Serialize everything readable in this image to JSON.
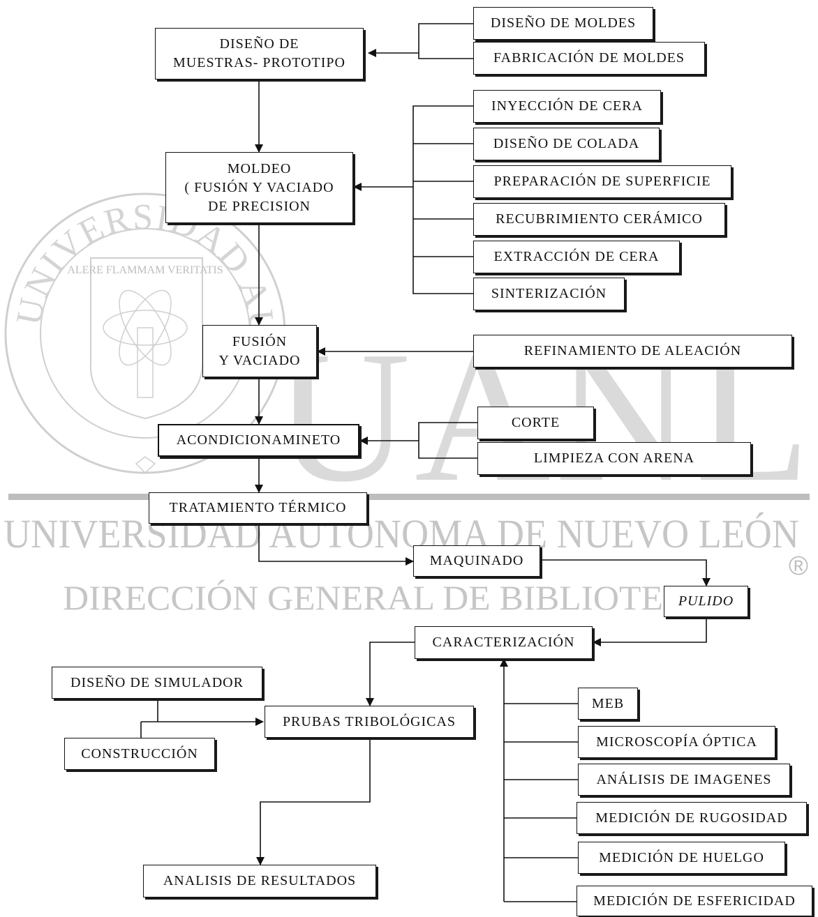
{
  "diagram": {
    "nodes": {
      "diseno_muestras": "DISEÑO DE\nMUESTRAS- PROTOTIPO",
      "diseno_moldes": "DISEÑO DE MOLDES",
      "fabricacion_moldes": "FABRICACIÓN DE MOLDES",
      "moldeo": "MOLDEO\n( FUSIÓN Y VACIADO\nDE PRECISION",
      "inyeccion_cera": "INYECCIÓN DE CERA",
      "diseno_colada": "DISEÑO DE COLADA",
      "preparacion_superficie": "PREPARACIÓN DE SUPERFICIE",
      "recubrimiento_ceramico": "RECUBRIMIENTO CERÁMICO",
      "extraccion_cera": "EXTRACCIÓN DE CERA",
      "sinterizacion": "SINTERIZACIÓN",
      "fusion_vaciado": "FUSIÓN\nY VACIADO",
      "refinamiento_aleacion": "REFINAMIENTO DE ALEACIÓN",
      "acondicionamiento": "ACONDICIONAMINETO",
      "corte": "CORTE",
      "limpieza_arena": "LIMPIEZA CON ARENA",
      "tratamiento_termico": "TRATAMIENTO TÉRMICO",
      "maquinado": "MAQUINADO",
      "pulido": "PULIDO",
      "caracterizacion": "CARACTERIZACIÓN",
      "diseno_simulador": "DISEÑO DE SIMULADOR",
      "construccion": "CONSTRUCCIÓN",
      "pruebas_tribologicas": "PRUBAS TRIBOLÓGICAS",
      "analisis_resultados": "ANALISIS DE RESULTADOS",
      "meb": "MEB",
      "microscopia_optica": "MICROSCOPÍA ÓPTICA",
      "analisis_imagenes": "ANÁLISIS DE IMAGENES",
      "medicion_rugosidad": "MEDICIÓN DE RUGOSIDAD",
      "medicion_huelgo": "MEDICIÓN DE HUELGO",
      "medicion_esfericidad": "MEDICIÓN DE ESFERICIDAD"
    }
  },
  "watermark": {
    "seal_ring_top": "UNIVERSIDAD AUTONOMA DE NUEVO LEON",
    "seal_motto": "ALERE FLAMMAM VERITATIS",
    "big_letters": "UANL",
    "university": "UNIVERSIDAD AUTÓNOMA DE NUEVO LEÓN",
    "registered": "®",
    "direction": "DIRECCIÓN GENERAL DE BIBLIOTECAS"
  }
}
